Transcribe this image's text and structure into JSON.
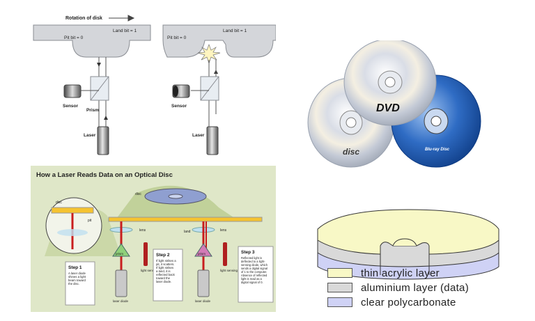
{
  "laser_panel": {
    "rotation_label": "Rotation of disk",
    "left": {
      "land_label": "Land bit = 1",
      "pit_label": "Pit bit = 0",
      "sensor_label": "Sensor",
      "prism_label": "Prism",
      "laser_label": "Laser"
    },
    "right": {
      "land_label": "Land bit = 1",
      "pit_label": "Pit bit = 0",
      "sensor_label": "Sensor",
      "laser_label": "Laser"
    }
  },
  "discs_panel": {
    "dvd_label": "DVD",
    "bluray_label": "Blu-ray Disc",
    "cd_label": "disc"
  },
  "info_panel": {
    "title": "How a Laser Reads Data on an Optical Disc",
    "disc_label": "disc",
    "disc_label_2": "disc",
    "pit_label": "pit",
    "lens_label_1": "lens",
    "lens_label_2": "lens",
    "land_label": "land",
    "prism_label_1": "prism",
    "prism_label_2": "prism",
    "laser_diode_label_1": "laser diode",
    "laser_diode_label_2": "laser diode",
    "sensing_label_1": "light sensing diode",
    "sensing_label_2": "light sensing diode",
    "step1_title": "Step 1",
    "step1_text": [
      "A laser diode",
      "shines a light",
      "beam toward",
      "the disc."
    ],
    "step2_title": "Step 2",
    "step2_text": [
      "If light strikes a",
      "pit, it scatters.",
      "If light strikes",
      "a land, it is",
      "reflected back",
      "toward the",
      "laser diode."
    ],
    "step3_title": "Step 3",
    "step3_text": [
      "Reflected light is",
      "deflected to a light-",
      "sensing diode, which",
      "sends a digital signal",
      "of 1 to the computer.",
      "Absence of reflected",
      "light is read as a",
      "digital signal of 0."
    ]
  },
  "layers_panel": {
    "legend": [
      {
        "label": "thin acrylic layer",
        "color": "#f8f8c6"
      },
      {
        "label": "aluminium layer (data)",
        "color": "#d9d9d9"
      },
      {
        "label": "clear polycarbonate",
        "color": "#cfd2f5"
      }
    ]
  },
  "colors": {
    "info_bg": "#dfe7c8",
    "laser_red": "#c81e1e",
    "disc_blue": "#1f5fb8"
  }
}
